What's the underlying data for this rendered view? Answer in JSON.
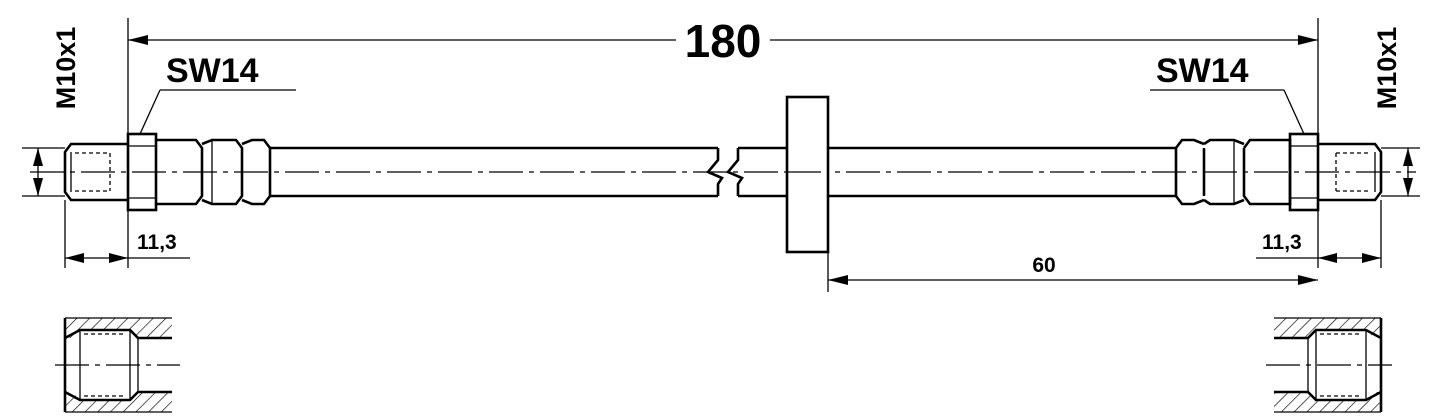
{
  "dimensions": {
    "overall_length": "180",
    "offset_length": "60",
    "left_thread": "M10x1",
    "right_thread": "M10x1",
    "left_wrench": "SW14",
    "right_wrench": "SW14",
    "left_fitting_length": "11,3",
    "right_fitting_length": "11,3"
  }
}
